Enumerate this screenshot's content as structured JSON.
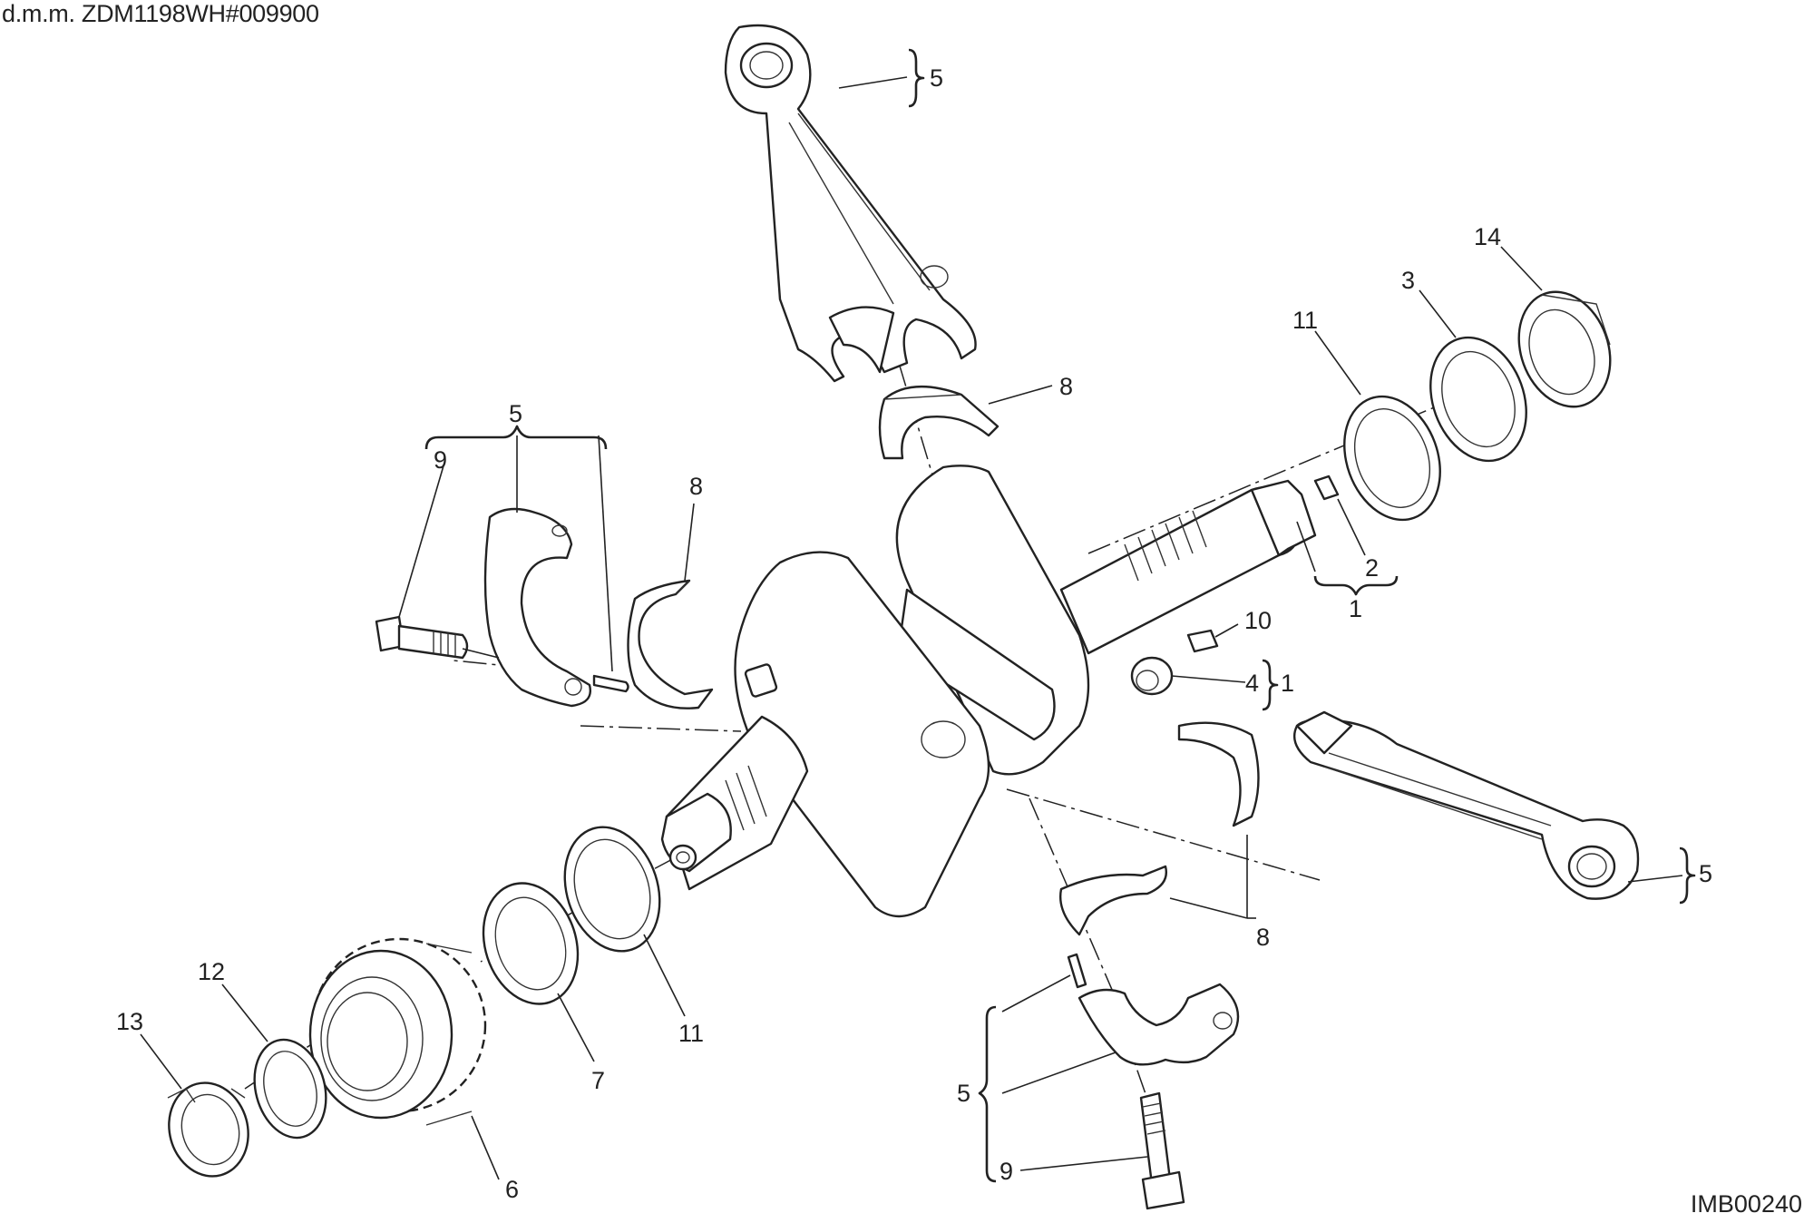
{
  "header": {
    "model_code": "d.m.m. ZDM1198WH#009900"
  },
  "footer": {
    "image_code": "IMB00240"
  },
  "callouts": [
    {
      "id": "c5-top-rod",
      "text": "5"
    },
    {
      "id": "c8-top",
      "text": "8"
    },
    {
      "id": "c5-cap-left",
      "text": "5"
    },
    {
      "id": "c9-left",
      "text": "9"
    },
    {
      "id": "c8-left",
      "text": "8"
    },
    {
      "id": "c14",
      "text": "14"
    },
    {
      "id": "c3",
      "text": "3"
    },
    {
      "id": "c11-right",
      "text": "11"
    },
    {
      "id": "c2",
      "text": "2"
    },
    {
      "id": "c1-group",
      "text": "1"
    },
    {
      "id": "c10",
      "text": "10"
    },
    {
      "id": "c4",
      "text": "4"
    },
    {
      "id": "c1-brace",
      "text": "1"
    },
    {
      "id": "c5-right-rod",
      "text": "5"
    },
    {
      "id": "c8-right",
      "text": "8"
    },
    {
      "id": "c11-left",
      "text": "11"
    },
    {
      "id": "c7",
      "text": "7"
    },
    {
      "id": "c6",
      "text": "6"
    },
    {
      "id": "c12",
      "text": "12"
    },
    {
      "id": "c13",
      "text": "13"
    },
    {
      "id": "c5-cap-bottom",
      "text": "5"
    },
    {
      "id": "c9-bottom",
      "text": "9"
    }
  ],
  "parts": [
    {
      "name": "connecting-rod-upper",
      "icon": "connecting-rod-icon"
    },
    {
      "name": "connecting-rod-lower-right",
      "icon": "connecting-rod-icon"
    },
    {
      "name": "rod-cap-left",
      "icon": "rod-cap-icon"
    },
    {
      "name": "rod-cap-bottom",
      "icon": "rod-cap-icon"
    },
    {
      "name": "bearing-shells",
      "icon": "bearing-shell-icon"
    },
    {
      "name": "crankshaft",
      "icon": "crankshaft-icon"
    },
    {
      "name": "gear",
      "icon": "gear-icon"
    },
    {
      "name": "shims-and-rings",
      "icon": "washer-icon"
    },
    {
      "name": "ring-nuts",
      "icon": "ring-nut-icon"
    },
    {
      "name": "screws",
      "icon": "screw-icon"
    },
    {
      "name": "plugs",
      "icon": "plug-icon"
    },
    {
      "name": "key",
      "icon": "key-icon"
    }
  ]
}
